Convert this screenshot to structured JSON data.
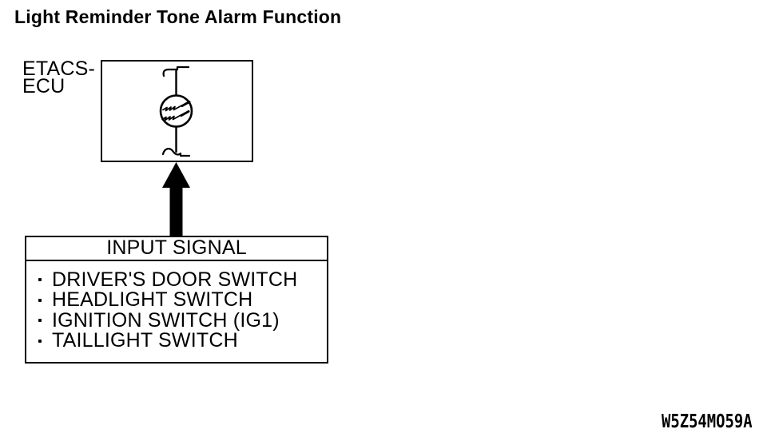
{
  "title": "Light Reminder Tone Alarm Function",
  "ecu": {
    "label_line1": "ETACS-",
    "label_line2": "ECU"
  },
  "buzzer": {
    "icon": "buzzer-alarm-symbol"
  },
  "arrow": {
    "icon": "up-arrow",
    "direction": "up"
  },
  "input_signal_box": {
    "header": "INPUT SIGNAL",
    "items": [
      "DRIVER'S DOOR SWITCH",
      "HEADLIGHT SWITCH",
      "IGNITION SWITCH (IG1)",
      "TAILLIGHT SWITCH"
    ]
  },
  "figure_code": "W5Z54MO59A",
  "colors": {
    "ink": "#000000",
    "background": "#ffffff"
  }
}
